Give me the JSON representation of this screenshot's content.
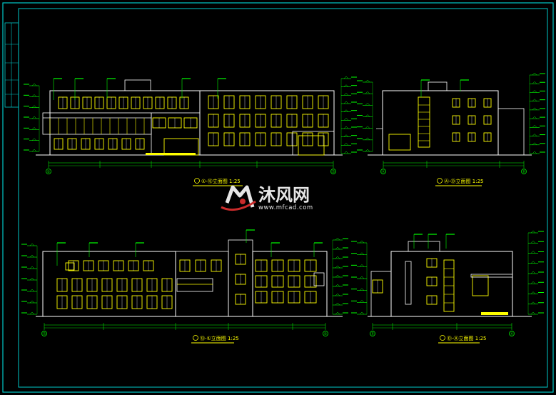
{
  "watermark": {
    "brand_cn": "沐风网",
    "site": "www.mfcad.com"
  },
  "drawings": [
    {
      "id": "top-left",
      "title": "①-⑬立面图 1:25",
      "axis_start": "①",
      "axis_end": "⑬"
    },
    {
      "id": "top-right",
      "title": "Ⓐ-Ⓓ立面图 1:25",
      "axis_start": "Ⓐ",
      "axis_end": "Ⓓ"
    },
    {
      "id": "bottom-left",
      "title": "⑬-①立面图 1:25",
      "axis_start": "⑬",
      "axis_end": "①"
    },
    {
      "id": "bottom-right",
      "title": "Ⓓ-Ⓐ立面图 1:25",
      "axis_start": "Ⓓ",
      "axis_end": "Ⓐ"
    }
  ],
  "colors": {
    "background": "#000000",
    "frame": "#00c8c8",
    "outline": "#ffffff",
    "window": "#ffff00",
    "dimension": "#00ff00",
    "leader": "#00ff00"
  }
}
